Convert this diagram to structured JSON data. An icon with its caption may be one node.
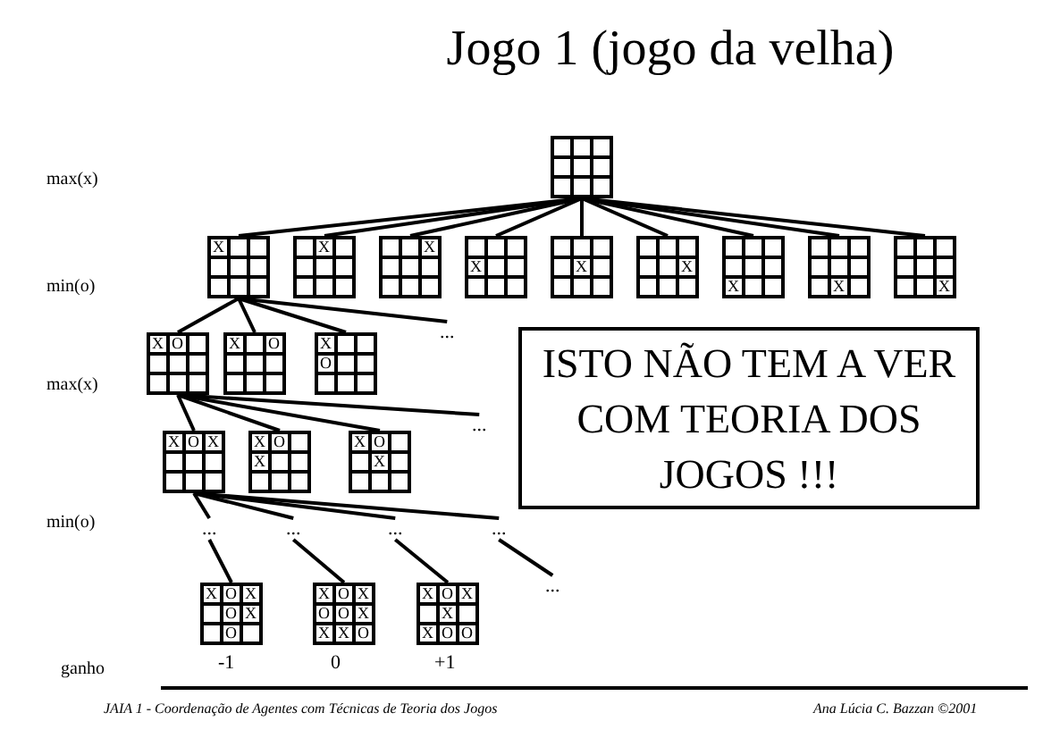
{
  "diagram": {
    "title": "Jogo 1 (jogo da velha)",
    "nodes": [
      {
        "text": [],
        "shape": "box"
      },
      {
        "text": [],
        "shape": "box",
        "in": 0
      },
      {
        "text": [],
        "shape": "box",
        "in": 0
      },
      {
        "text": [],
        "shape": "box",
        "in": 0
      },
      {
        "text": [],
        "shape": "box",
        "in": 0
      },
      {
        "text": [],
        "shape": "box",
        "in": 0
      },
      {
        "text": [],
        "shape": "box",
        "in": 0
      },
      {
        "text": [],
        "shape": "box",
        "in": 0
      },
      {
        "text": [],
        "shape": "box",
        "in": 0
      },
      {
        "text": [],
        "shape": "box",
        "in": 0
      },
      {
        "text": [],
        "shape": "box"
      },
      {
        "text": [
          "X"
        ],
        "in": 10
      },
      {
        "text": [],
        "shape": "box",
        "in": 10
      },
      {
        "text": [],
        "shape": "box",
        "in": 10
      },
      {
        "text": [],
        "shape": "box",
        "in": 10
      },
      {
        "text": [],
        "shape": "box",
        "in": 10
      },
      {
        "text": [],
        "shape": "box",
        "in": 10
      },
      {
        "text": [],
        "shape": "box",
        "in": 10
      },
      {
        "text": [],
        "shape": "box",
        "in": 10
      },
      {
        "text": [],
        "shape": "box",
        "in": 10
      },
      {
        "text": [],
        "shape": "box"
      },
      {
        "text": [],
        "shape": "box",
        "in": 20
      },
      {
        "text": [
          "X"
        ],
        "in": 20
      },
      {
        "text": [],
        "shape": "box",
        "in": 20
      },
      {
        "text": [],
        "shape": "box",
        "in": 20
      },
      {
        "text": [],
        "shape": "box",
        "in": 20
      },
      {
        "text": [],
        "shape": "box",
        "in": 20
      },
      {
        "text": [],
        "shape": "box",
        "in": 20
      },
      {
        "text": [],
        "shape": "box",
        "in": 20
      },
      {
        "text": [],
        "shape": "box",
        "in": 20
      },
      {
        "text": [],
        "shape": "box"
      },
      {
        "text": [],
        "shape": "box",
        "in": 30
      },
      {
        "text": [],
        "shape": "box",
        "in": 30
      },
      {
        "text": [
          "X"
        ],
        "in": 30
      },
      {
        "text": [],
        "shape": "box",
        "in": 30
      },
      {
        "text": [],
        "shape": "box",
        "in": 30
      },
      {
        "text": [],
        "shape": "box",
        "in": 30
      },
      {
        "text": [],
        "shape": "box",
        "in": 30
      },
      {
        "text": [],
        "shape": "box",
        "in": 30
      },
      {
        "text": [],
        "shape": "box",
        "in": 30
      },
      {
        "text": [],
        "shape": "box"
      },
      {
        "text": [],
        "shape": "box",
        "in": 40
      },
      {
        "text": [],
        "shape": "box",
        "in": 40
      },
      {
        "text": [],
        "shape": "box",
        "in": 40
      },
      {
        "text": [
          "X"
        ],
        "in": 40
      },
      {
        "text": [],
        "shape": "box",
        "in": 40
      },
      {
        "text": [],
        "shape": "box",
        "in": 40
      },
      {
        "text": [],
        "shape": "box",
        "in": 40
      },
      {
        "text": [],
        "shape": "box",
        "in": 40
      },
      {
        "text": [],
        "shape": "box",
        "in": 40
      },
      {
        "text": [],
        "shape": "box"
      },
      {
        "text": [],
        "shape": "box",
        "in": 50
      },
      {
        "text": [],
        "shape": "box",
        "in": 50
      },
      {
        "text": [],
        "shape": "box",
        "in": 50
      },
      {
        "text": [],
        "shape": "box",
        "in": 50
      },
      {
        "text": [
          "X"
        ],
        "in": 50
      },
      {
        "text": [],
        "shape": "box",
        "in": 50
      },
      {
        "text": [],
        "shape": "box",
        "in": 50
      },
      {
        "text": [],
        "shape": "box",
        "in": 50
      },
      {
        "text": [],
        "shape": "box",
        "in": 50
      },
      {
        "text": [],
        "shape": "box"
      },
      {
        "text": [],
        "shape": "box",
        "in": 60
      },
      {
        "text": [],
        "shape": "box",
        "in": 60
      },
      {
        "text": [],
        "shape": "box",
        "in": 60
      },
      {
        "text": [],
        "shape": "box",
        "in": 60
      },
      {
        "text": [],
        "shape": "box",
        "in": 60
      },
      {
        "text": [
          "X"
        ],
        "in": 60
      },
      {
        "text": [],
        "shape": "box",
        "in": 60
      },
      {
        "text": [],
        "shape": "box",
        "in": 60
      },
      {
        "text": [],
        "shape": "box",
        "in": 60
      },
      {
        "text": [],
        "shape": "box"
      },
      {
        "text": [],
        "shape": "box",
        "in": 70
      },
      {
        "text": [],
        "shape": "box",
        "in": 70
      },
      {
        "text": [],
        "shape": "box",
        "in": 70
      },
      {
        "text": [],
        "shape": "box",
        "in": 70
      },
      {
        "text": [],
        "shape": "box",
        "in": 70
      },
      {
        "text": [],
        "shape": "box",
        "in": 70
      },
      {
        "text": [
          "X"
        ],
        "in": 70
      },
      {
        "text": [],
        "shape": "box",
        "in": 70
      },
      {
        "text": [],
        "shape": "box",
        "in": 70
      },
      {
        "text": [],
        "shape": "box"
      },
      {
        "text": [],
        "shape": "box",
        "in": 80
      },
      {
        "text": [],
        "shape": "box",
        "in": 80
      },
      {
        "text": [],
        "shape": "box",
        "in": 80
      },
      {
        "text": [],
        "shape": "box",
        "in": 80
      },
      {
        "text": [],
        "shape": "box",
        "in": 80
      },
      {
        "text": [],
        "shape": "box",
        "in": 80
      },
      {
        "text": [],
        "shape": "box",
        "in": 80
      },
      {
        "text": [
          "X"
        ],
        "in": 80
      },
      {
        "text": [],
        "shape": "box",
        "in": 80
      },
      {
        "text": [],
        "shape": "box"
      },
      {
        "text": [],
        "shape": "box",
        "in": 90
      },
      {
        "text": [],
        "shape": "box",
        "in": 90
      },
      {
        "text": [],
        "shape": "box",
        "in": 90
      },
      {
        "text": [],
        "shape": "box",
        "in": 90
      },
      {
        "text": [],
        "shape": "box",
        "in": 90
      },
      {
        "text": [],
        "shape": "box",
        "in": 90
      },
      {
        "text": [],
        "shape": "box",
        "in": 90
      },
      {
        "text": [],
        "shape": "box",
        "in": 90
      },
      {
        "text": [
          "X"
        ],
        "in": 90
      },
      {
        "text": [],
        "shape": "box"
      },
      {
        "text": [
          "X"
        ],
        "in": 100
      },
      {
        "text": [
          "O"
        ],
        "in": 100
      },
      {
        "text": [],
        "shape": "box",
        "in": 100
      },
      {
        "text": [],
        "shape": "box",
        "in": 100
      },
      {
        "text": [],
        "shape": "box",
        "in": 100
      },
      {
        "text": [],
        "shape": "box",
        "in": 100
      },
      {
        "text": [],
        "shape": "box",
        "in": 100
      },
      {
        "text": [],
        "shape": "box",
        "in": 100
      },
      {
        "text": [],
        "shape": "box",
        "in": 100
      },
      {
        "text": [],
        "shape": "box"
      },
      {
        "text": [
          "X"
        ],
        "in": 110
      },
      {
        "text": [],
        "shape": "box",
        "in": 110
      },
      {
        "text": [
          "O"
        ],
        "in": 110
      },
      {
        "text": [],
        "shape": "box",
        "in": 110
      },
      {
        "text": [],
        "shape": "box",
        "in": 110
      },
      {
        "text": [],
        "shape": "box",
        "in": 110
      },
      {
        "text": [],
        "shape": "box",
        "in": 110
      },
      {
        "text": [],
        "shape": "box",
        "in": 110
      },
      {
        "text": [],
        "shape": "box",
        "in": 110
      },
      {
        "text": [],
        "shape": "box"
      },
      {
        "text": [
          "X"
        ],
        "in": 120
      },
      {
        "text": [],
        "shape": "box",
        "in": 120
      },
      {
        "text": [],
        "shape": "box",
        "in": 120
      },
      {
        "text": [
          "O"
        ],
        "in": 120
      },
      {
        "text": [],
        "shape": "box",
        "in": 120
      },
      {
        "text": [],
        "shape": "box",
        "in": 120
      },
      {
        "text": [],
        "shape": "box",
        "in": 120
      },
      {
        "text": [],
        "shape": "box",
        "in": 120
      },
      {
        "text": [],
        "shape": "box",
        "in": 120
      },
      {
        "text": [
          "..."
        ]
      },
      {
        "text": [
          "ISTO NÃO TEM A VER COM TEORIA DOS JOGOS !!!"
        ]
      },
      {
        "text": [],
        "shape": "box"
      },
      {
        "text": [
          "X"
        ],
        "in": 132
      },
      {
        "text": [
          "O"
        ],
        "in": 132
      },
      {
        "text": [
          "X"
        ],
        "in": 132
      },
      {
        "text": [],
        "shape": "box",
        "in": 132
      },
      {
        "text": [],
        "shape": "box",
        "in": 132
      },
      {
        "text": [],
        "shape": "box",
        "in": 132
      },
      {
        "text": [],
        "shape": "box",
        "in": 132
      },
      {
        "text": [],
        "shape": "box",
        "in": 132
      },
      {
        "text": [],
        "shape": "box",
        "in": 132
      },
      {
        "text": [],
        "shape": "box"
      },
      {
        "text": [
          "X"
        ],
        "in": 142
      },
      {
        "text": [
          "O"
        ],
        "in": 142
      },
      {
        "text": [],
        "shape": "box",
        "in": 142
      },
      {
        "text": [
          "X"
        ],
        "in": 142
      },
      {
        "text": [],
        "shape": "box",
        "in": 142
      },
      {
        "text": [],
        "shape": "box",
        "in": 142
      },
      {
        "text": [],
        "shape": "box",
        "in": 142
      },
      {
        "text": [],
        "shape": "box",
        "in": 142
      },
      {
        "text": [],
        "shape": "box",
        "in": 142
      },
      {
        "text": [],
        "shape": "box"
      },
      {
        "text": [
          "X"
        ],
        "in": 152
      },
      {
        "text": [
          "O"
        ],
        "in": 152
      },
      {
        "text": [],
        "shape": "box",
        "in": 152
      },
      {
        "text": [],
        "shape": "box",
        "in": 152
      },
      {
        "text": [
          "X"
        ],
        "in": 152
      },
      {
        "text": [],
        "shape": "box",
        "in": 152
      },
      {
        "text": [],
        "shape": "box",
        "in": 152
      },
      {
        "text": [],
        "shape": "box",
        "in": 152
      },
      {
        "text": [],
        "shape": "box",
        "in": 152
      },
      {
        "text": [
          "..."
        ]
      },
      {
        "text": [
          "..."
        ]
      },
      {
        "text": [
          "..."
        ]
      },
      {
        "text": [
          "..."
        ]
      },
      {
        "text": [
          "..."
        ]
      },
      {
        "text": [],
        "shape": "box",
        "beside": [
          "-1"
        ]
      },
      {
        "text": [
          "X"
        ],
        "in": 167
      },
      {
        "text": [
          "O"
        ],
        "in": 167
      },
      {
        "text": [
          "X"
        ],
        "in": 167
      },
      {
        "text": [],
        "shape": "box",
        "in": 167
      },
      {
        "text": [
          "O"
        ],
        "in": 167
      },
      {
        "text": [
          "X"
        ],
        "in": 167
      },
      {
        "text": [],
        "shape": "box",
        "in": 167
      },
      {
        "text": [
          "O"
        ],
        "in": 167
      },
      {
        "text": [],
        "shape": "box",
        "in": 167
      },
      {
        "text": [],
        "shape": "box",
        "beside": [
          "0"
        ]
      },
      {
        "text": [
          "X"
        ],
        "in": 177
      },
      {
        "text": [
          "O"
        ],
        "in": 177
      },
      {
        "text": [
          "X"
        ],
        "in": 177
      },
      {
        "text": [
          "O"
        ],
        "in": 177
      },
      {
        "text": [
          "O"
        ],
        "in": 177
      },
      {
        "text": [
          "X"
        ],
        "in": 177
      },
      {
        "text": [
          "X"
        ],
        "in": 177
      },
      {
        "text": [
          "X"
        ],
        "in": 177
      },
      {
        "text": [
          "O"
        ],
        "in": 177
      },
      {
        "text": [],
        "shape": "box",
        "beside": [
          "+1"
        ]
      },
      {
        "text": [
          "X"
        ],
        "in": 187
      },
      {
        "text": [
          "O"
        ],
        "in": 187
      },
      {
        "text": [
          "X"
        ],
        "in": 187
      },
      {
        "text": [],
        "shape": "box",
        "in": 187
      },
      {
        "text": [
          "X"
        ],
        "in": 187
      },
      {
        "text": [],
        "shape": "box",
        "in": 187
      },
      {
        "text": [
          "X"
        ],
        "in": 187
      },
      {
        "text": [
          "O"
        ],
        "in": 187
      },
      {
        "text": [
          "O"
        ],
        "in": 187
      },
      {
        "text": [
          "..."
        ]
      }
    ],
    "edges": [
      {
        "from": 0,
        "to": 10,
        "arrow": "none"
      },
      {
        "from": 0,
        "to": 20,
        "arrow": "none"
      },
      {
        "from": 0,
        "to": 30,
        "arrow": "none"
      },
      {
        "from": 0,
        "to": 40,
        "arrow": "none"
      },
      {
        "from": 0,
        "to": 50,
        "arrow": "none"
      },
      {
        "from": 0,
        "to": 60,
        "arrow": "none"
      },
      {
        "from": 0,
        "to": 70,
        "arrow": "none"
      },
      {
        "from": 0,
        "to": 80,
        "arrow": "none"
      },
      {
        "from": 0,
        "to": 90,
        "arrow": "none"
      },
      {
        "from": 10,
        "to": 100,
        "arrow": "none"
      },
      {
        "from": 10,
        "to": 110,
        "arrow": "none"
      },
      {
        "from": 10,
        "to": 120,
        "arrow": "none"
      },
      {
        "from": 10,
        "to": 130,
        "arrow": "none"
      },
      {
        "from": 100,
        "to": 132,
        "arrow": "none"
      },
      {
        "from": 100,
        "to": 142,
        "arrow": "none"
      },
      {
        "from": 100,
        "to": 152,
        "arrow": "none"
      },
      {
        "from": 100,
        "to": 162,
        "arrow": "none"
      },
      {
        "from": 132,
        "to": 163,
        "arrow": "none"
      },
      {
        "from": 132,
        "to": 164,
        "arrow": "none"
      },
      {
        "from": 132,
        "to": 165,
        "arrow": "none"
      },
      {
        "from": 132,
        "to": 166,
        "arrow": "none"
      },
      {
        "from": 163,
        "to": 167,
        "arrow": "none"
      },
      {
        "from": 164,
        "to": 177,
        "arrow": "none"
      },
      {
        "from": 165,
        "to": 187,
        "arrow": "none"
      },
      {
        "from": 166,
        "to": 197,
        "arrow": "none"
      }
    ],
    "labels": [
      "max(x)",
      "min(o)",
      "max(x)",
      "min(o)",
      "ganho",
      "JAIA 1 - Coordenação de Agentes com Técnicas de Teoria dos Jogos",
      "Ana Lúcia C. Bazzan ©2001"
    ]
  }
}
